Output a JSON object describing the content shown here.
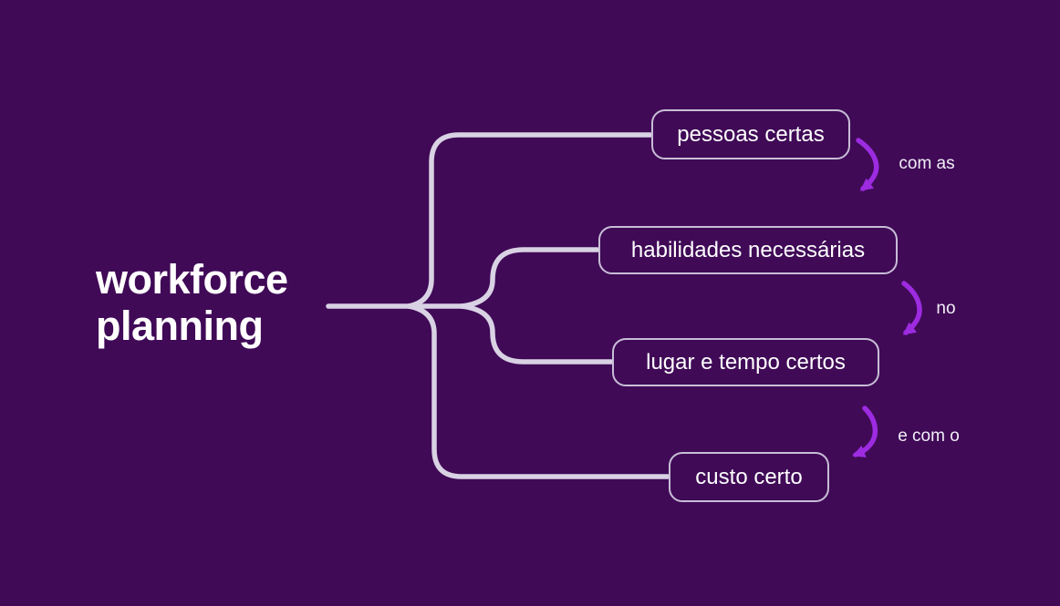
{
  "root": {
    "label": "workforce planning"
  },
  "nodes": [
    {
      "label": "pessoas certas"
    },
    {
      "label": "habilidades necessárias"
    },
    {
      "label": "lugar e tempo certos"
    },
    {
      "label": "custo certo"
    }
  ],
  "annotations": [
    {
      "label": "com as"
    },
    {
      "label": "no"
    },
    {
      "label": "e com o"
    }
  ],
  "colors": {
    "background": "#400a57",
    "line": "#d9d2e4",
    "box_border": "#c8bdd6",
    "node_text": "#ffffff",
    "annotation_text": "#f2eef7",
    "arrow": "#9d2be0"
  }
}
